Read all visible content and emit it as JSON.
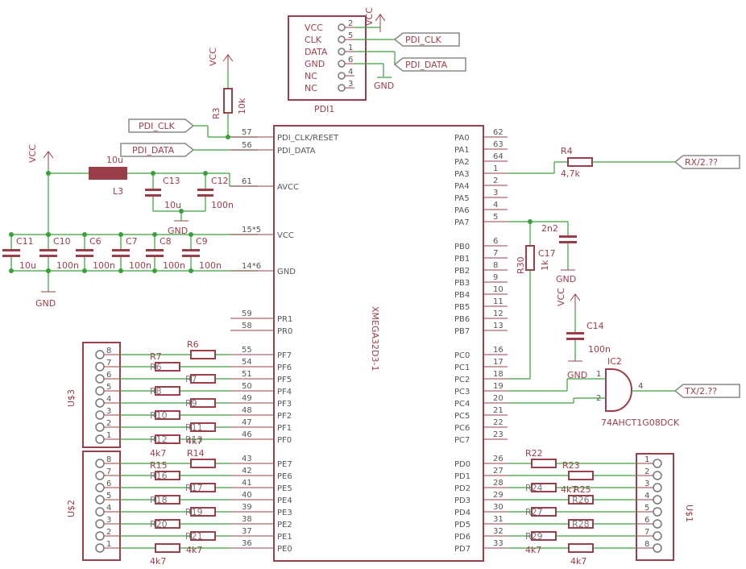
{
  "programming_header": {
    "name": "PDI1",
    "pins": [
      {
        "label": "VCC",
        "num": "2"
      },
      {
        "label": "CLK",
        "num": "5"
      },
      {
        "label": "DATA",
        "num": "1"
      },
      {
        "label": "GND",
        "num": "6"
      },
      {
        "label": "NC",
        "num": "4"
      },
      {
        "label": "NC",
        "num": "3"
      }
    ],
    "vcc_label": "VCC",
    "gnd_label": "GND"
  },
  "net_flags": {
    "pdi_clk": "PDI_CLK",
    "pdi_data": "PDI_DATA",
    "rx": "RX/2.??",
    "tx": "TX/2.??"
  },
  "power_labels": {
    "vcc": "VCC",
    "gnd": "GND"
  },
  "r3": {
    "name": "R3",
    "value": "10k"
  },
  "r4": {
    "name": "R4",
    "value": "4,7k"
  },
  "r30": {
    "name": "R30",
    "value": "1k"
  },
  "l3": {
    "name": "L3",
    "value": "10u"
  },
  "c13": {
    "name": "C13",
    "value": "10u"
  },
  "c12": {
    "name": "C12",
    "value": "100n"
  },
  "c17": {
    "name": "C17",
    "value": "2n2"
  },
  "c14": {
    "name": "C14",
    "value": "100n"
  },
  "decoupling": [
    {
      "name": "C11",
      "value": "10u"
    },
    {
      "name": "C10",
      "value": "100n"
    },
    {
      "name": "C6",
      "value": "100n"
    },
    {
      "name": "C7",
      "value": "100n"
    },
    {
      "name": "C8",
      "value": "100n"
    },
    {
      "name": "C9",
      "value": "100n"
    }
  ],
  "mcu": {
    "name": "XMEGA32D3-1",
    "left_pins": [
      {
        "label": "PDI_CLK/RESET",
        "num": "57"
      },
      {
        "label": "PDI_DATA",
        "num": "56"
      },
      {
        "label": "AVCC",
        "num": "61"
      },
      {
        "label": "VCC",
        "num": "15*5"
      },
      {
        "label": "GND",
        "num": "14*6"
      },
      {
        "label": "PR1",
        "num": "59"
      },
      {
        "label": "PR0",
        "num": "58"
      },
      {
        "label": "PF7",
        "num": "55"
      },
      {
        "label": "PF6",
        "num": "54"
      },
      {
        "label": "PF5",
        "num": "51"
      },
      {
        "label": "PF4",
        "num": "50"
      },
      {
        "label": "PF3",
        "num": "49"
      },
      {
        "label": "PF2",
        "num": "48"
      },
      {
        "label": "PF1",
        "num": "47"
      },
      {
        "label": "PF0",
        "num": "46"
      },
      {
        "label": "PE7",
        "num": "43"
      },
      {
        "label": "PE6",
        "num": "42"
      },
      {
        "label": "PE5",
        "num": "41"
      },
      {
        "label": "PE4",
        "num": "40"
      },
      {
        "label": "PE3",
        "num": "39"
      },
      {
        "label": "PE2",
        "num": "38"
      },
      {
        "label": "PE1",
        "num": "37"
      },
      {
        "label": "PE0",
        "num": "36"
      }
    ],
    "right_pins": [
      {
        "label": "PA0",
        "num": "62"
      },
      {
        "label": "PA1",
        "num": "63"
      },
      {
        "label": "PA2",
        "num": "64"
      },
      {
        "label": "PA3",
        "num": "1"
      },
      {
        "label": "PA4",
        "num": "2"
      },
      {
        "label": "PA5",
        "num": "3"
      },
      {
        "label": "PA6",
        "num": "4"
      },
      {
        "label": "PA7",
        "num": "5"
      },
      {
        "label": "PB0",
        "num": "6"
      },
      {
        "label": "PB1",
        "num": "7"
      },
      {
        "label": "PB2",
        "num": "8"
      },
      {
        "label": "PB3",
        "num": "9"
      },
      {
        "label": "PB4",
        "num": "10"
      },
      {
        "label": "PB5",
        "num": "11"
      },
      {
        "label": "PB6",
        "num": "12"
      },
      {
        "label": "PB7",
        "num": "13"
      },
      {
        "label": "PC0",
        "num": "16"
      },
      {
        "label": "PC1",
        "num": "17"
      },
      {
        "label": "PC2",
        "num": "18"
      },
      {
        "label": "PC3",
        "num": "19"
      },
      {
        "label": "PC4",
        "num": "20"
      },
      {
        "label": "PC5",
        "num": "21"
      },
      {
        "label": "PC6",
        "num": "22"
      },
      {
        "label": "PC7",
        "num": "23"
      },
      {
        "label": "PD0",
        "num": "26"
      },
      {
        "label": "PD1",
        "num": "27"
      },
      {
        "label": "PD2",
        "num": "28"
      },
      {
        "label": "PD3",
        "num": "29"
      },
      {
        "label": "PD4",
        "num": "30"
      },
      {
        "label": "PD5",
        "num": "31"
      },
      {
        "label": "PD6",
        "num": "32"
      },
      {
        "label": "PD7",
        "num": "33"
      }
    ]
  },
  "gate": {
    "name": "IC2",
    "part": "74AHCT1G08DCK",
    "pins": {
      "in1": "1",
      "in2": "2",
      "out": "4"
    }
  },
  "connectors": {
    "us3": {
      "name": "U$3",
      "pins": [
        "8",
        "7",
        "6",
        "5",
        "4",
        "3",
        "2",
        "1"
      ]
    },
    "us2": {
      "name": "U$2",
      "pins": [
        "8",
        "7",
        "6",
        "5",
        "4",
        "3",
        "2",
        "1"
      ]
    },
    "us1": {
      "name": "U$1",
      "pins": [
        "1",
        "2",
        "3",
        "4",
        "5",
        "6",
        "7",
        "8"
      ]
    }
  },
  "pf_resistors": {
    "labels": [
      "R6",
      "R7",
      "R14"
    ],
    "overlapped_labels": [
      "R6",
      "R7",
      "R8",
      "R9",
      "R10",
      "R11",
      "R12",
      "R13"
    ],
    "value_left": "4k7",
    "value_right": "4k7"
  },
  "pe_resistors": {
    "labels": [
      "R15",
      "R14"
    ],
    "overlapped_labels": [
      "R16",
      "R17",
      "R18",
      "R19",
      "R20",
      "R21"
    ],
    "value_left": "4k7",
    "value_right": "4k7"
  },
  "pd_resistors": {
    "labels": [
      "R22",
      "R23",
      "R25"
    ],
    "overlapped_labels": [
      "R24",
      "R26",
      "R27",
      "R28",
      "R29"
    ],
    "value_left": "4k7",
    "value_right": "4k7",
    "value_mid": "4k7"
  }
}
